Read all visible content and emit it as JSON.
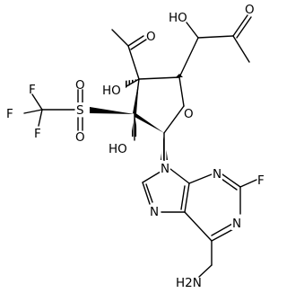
{
  "diagram_type": "chemical-structure",
  "atoms": {
    "o_acetyl": "O",
    "oh_side": "HO",
    "o_ketone": "O",
    "oh_c3": "HO",
    "o_ring": "O",
    "o_s1": "O",
    "s": "S",
    "o_s2": "O",
    "f1": "F",
    "f2": "F",
    "f3": "F",
    "oh_c2": "HO",
    "n9": "N",
    "n7": "N",
    "n3": "N",
    "n1": "N",
    "f_purine": "F",
    "nh2": "H2N"
  },
  "colors": {
    "bond": "#000000",
    "text": "#000000",
    "background": "#ffffff"
  }
}
